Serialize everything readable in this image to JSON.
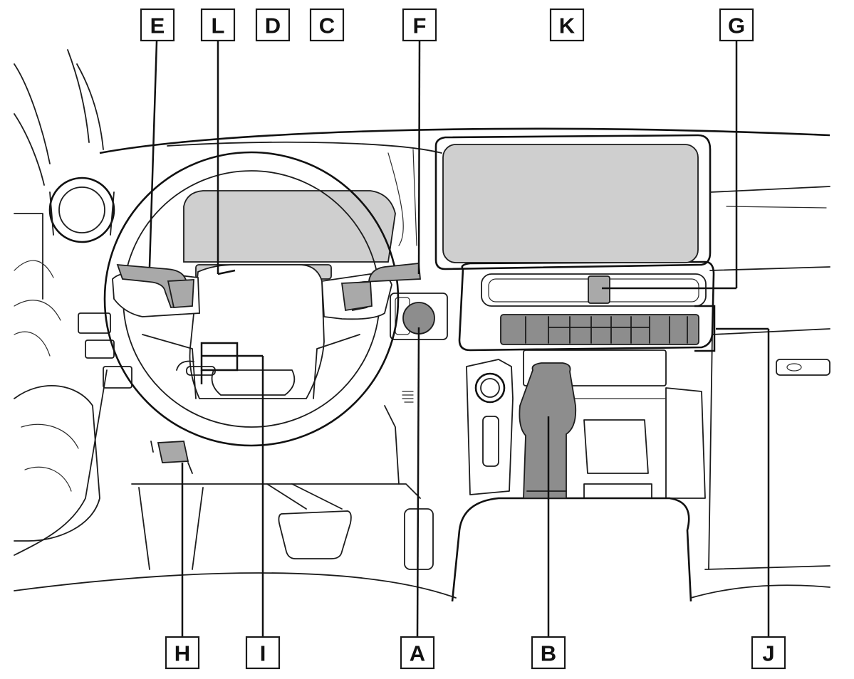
{
  "callouts": {
    "A": "A",
    "B": "B",
    "C": "C",
    "D": "D",
    "E": "E",
    "F": "F",
    "G": "G",
    "H": "H",
    "I": "I",
    "J": "J",
    "K": "K",
    "L": "L"
  }
}
